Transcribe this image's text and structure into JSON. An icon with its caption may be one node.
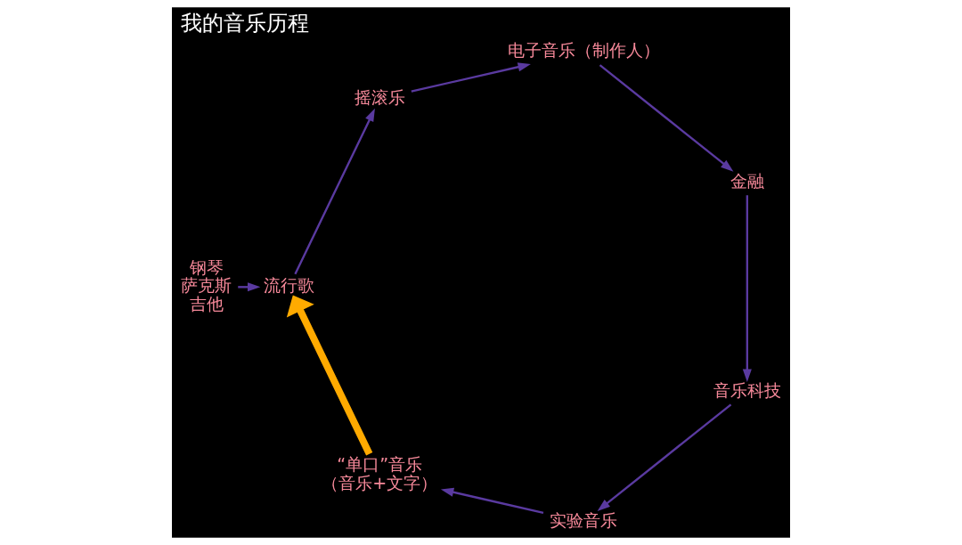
{
  "diagram": {
    "title": "我的音乐历程",
    "nodes": [
      {
        "text": [
          "钢琴",
          "萨克斯",
          "吉他"
        ]
      },
      {
        "text": [
          "流行歌"
        ]
      },
      {
        "text": [
          "摇滚乐"
        ]
      },
      {
        "text": [
          "电子音乐（制作人）"
        ]
      },
      {
        "text": [
          "金融"
        ]
      },
      {
        "text": [
          "音乐科技"
        ]
      },
      {
        "text": [
          "实验音乐"
        ]
      },
      {
        "text": [
          "“单口”音乐",
          "（音乐+文字）"
        ]
      }
    ],
    "edges": [
      {
        "from": 0,
        "to": 1,
        "arrow": "to"
      },
      {
        "from": 1,
        "to": 2,
        "arrow": "to"
      },
      {
        "from": 2,
        "to": 3,
        "arrow": "to"
      },
      {
        "from": 3,
        "to": 4,
        "arrow": "to"
      },
      {
        "from": 4,
        "to": 5,
        "arrow": "to"
      },
      {
        "from": 5,
        "to": 6,
        "arrow": "to"
      },
      {
        "from": 6,
        "to": 7,
        "arrow": "to"
      },
      {
        "from": 7,
        "to": 1,
        "arrow": "to",
        "style": "thick",
        "color": "#ffaa00"
      }
    ]
  }
}
